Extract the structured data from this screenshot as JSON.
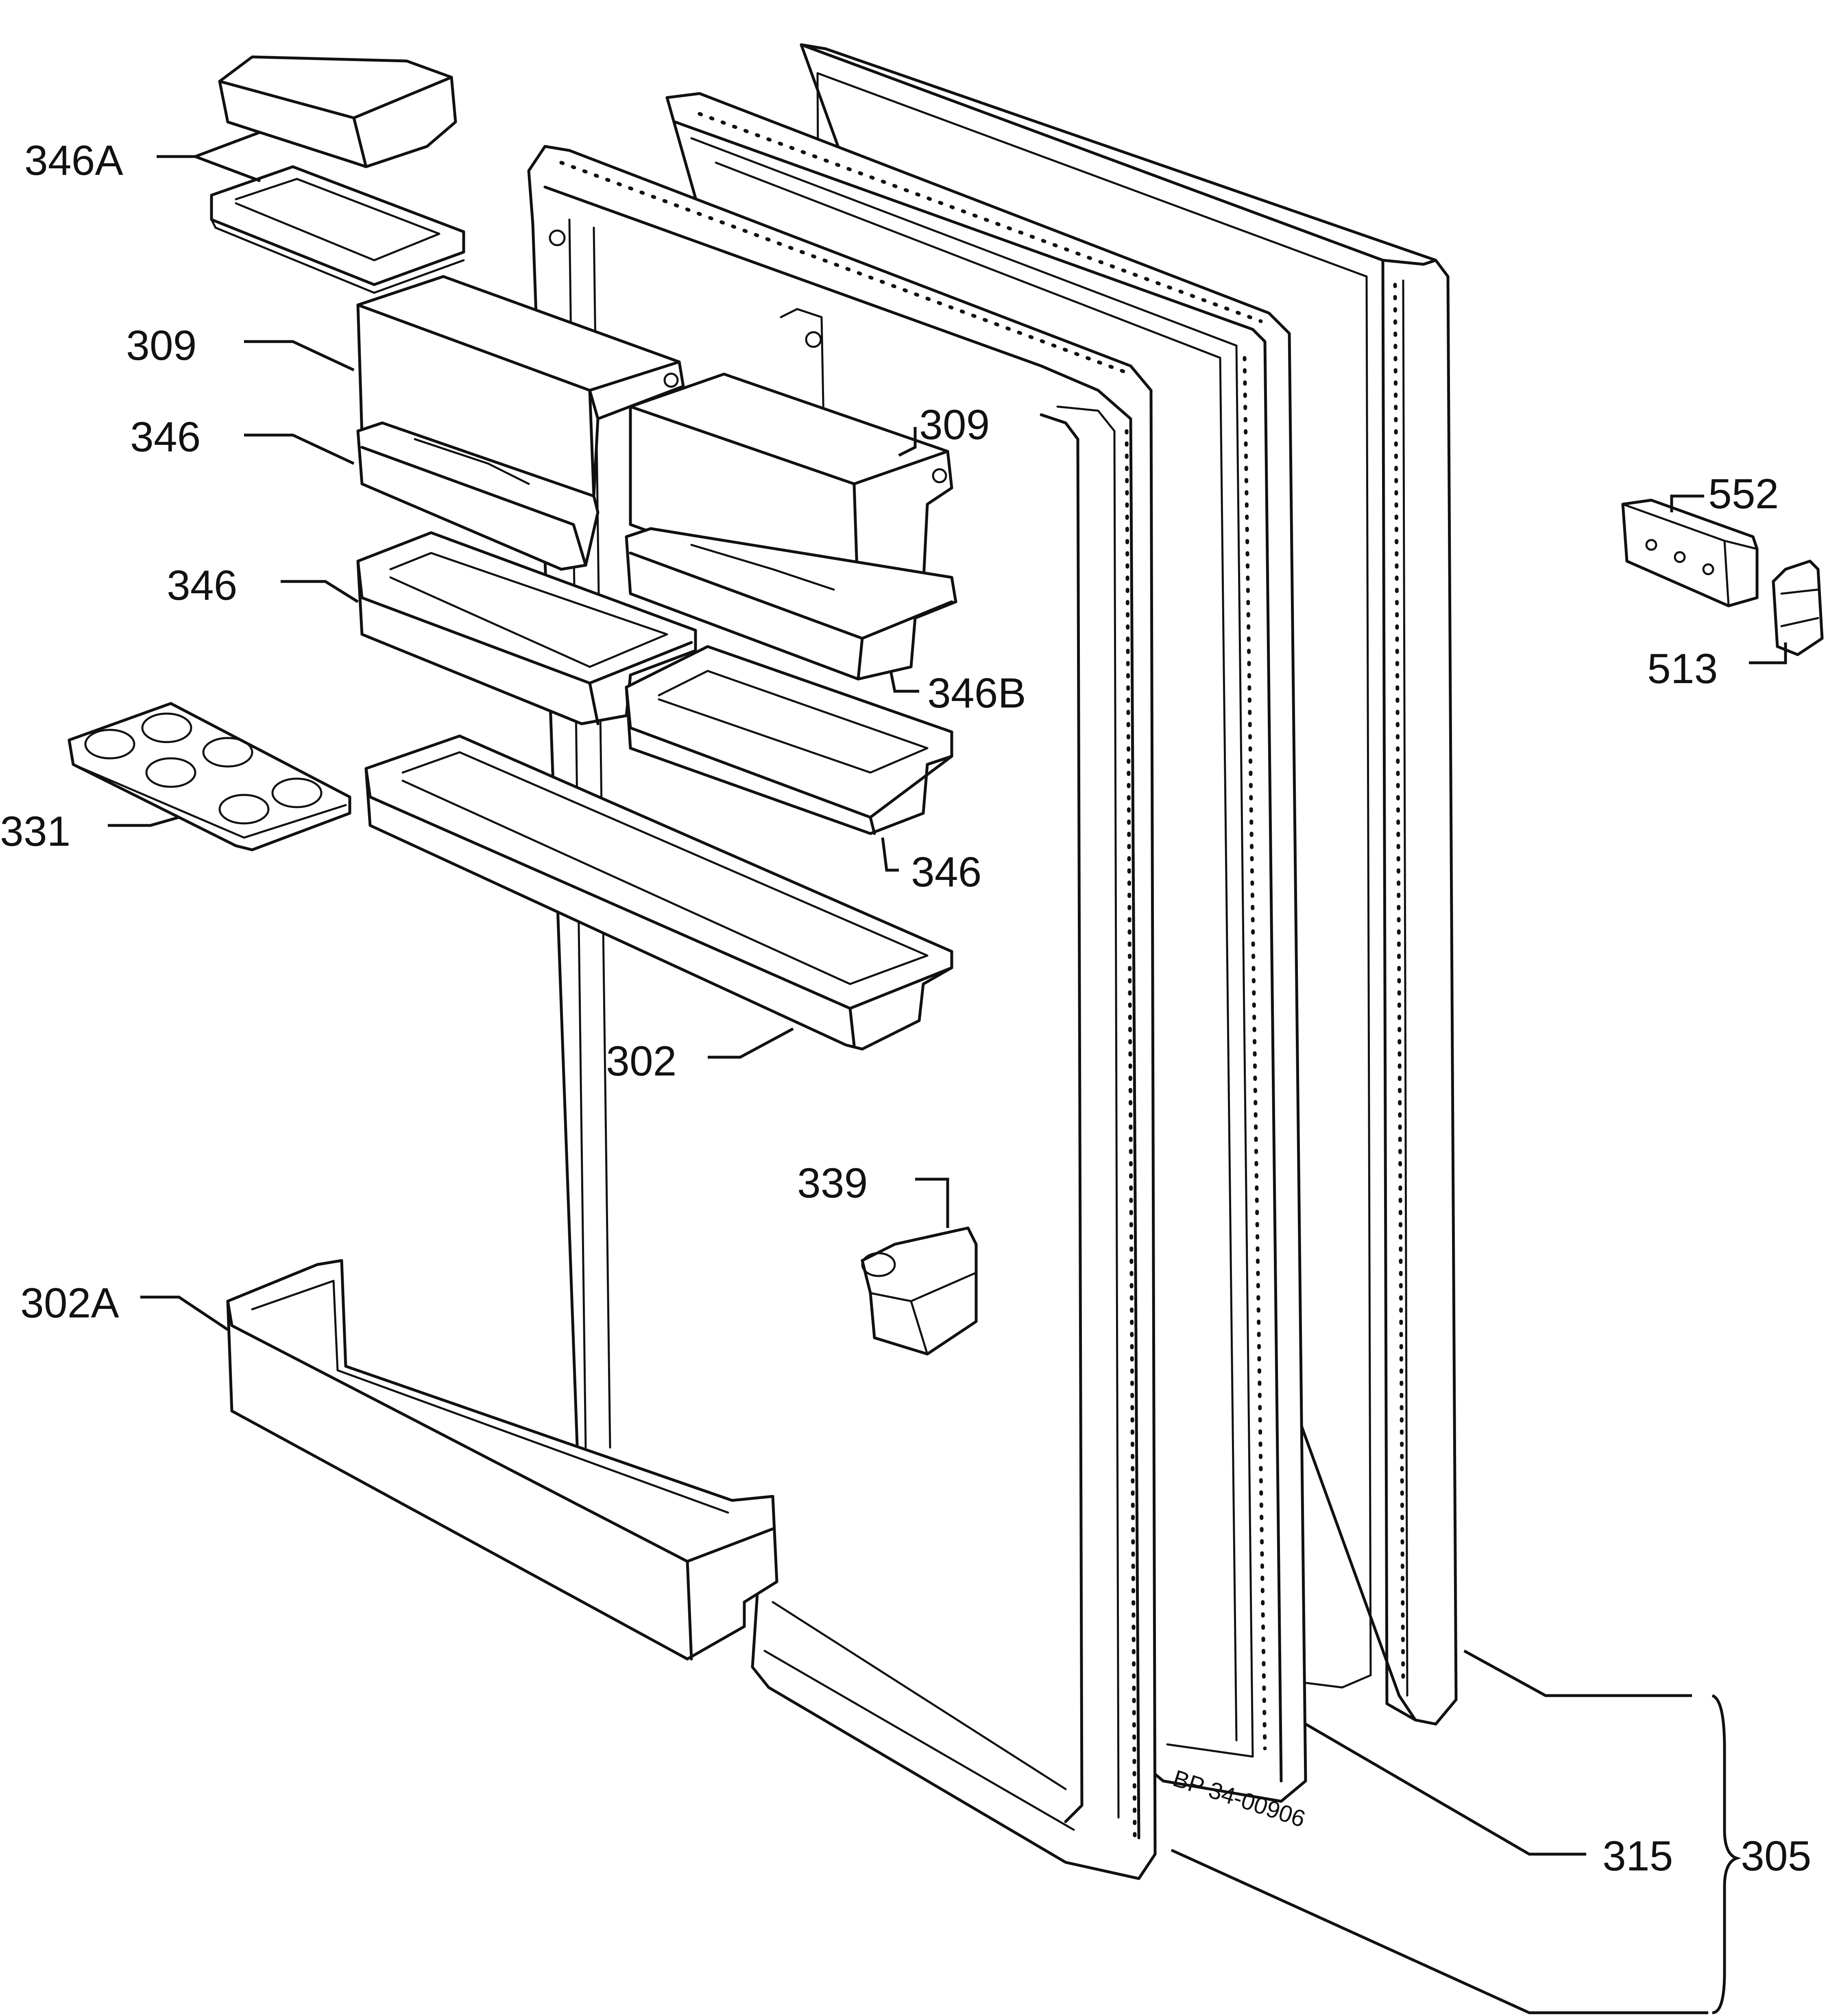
{
  "labels": {
    "l346a": "346A",
    "l309a": "309",
    "l346a2": "346",
    "l346b": "346",
    "l331": "331",
    "l309b": "309",
    "l346bb": "346B",
    "l346c": "346",
    "l302": "302",
    "l339": "339",
    "l302a": "302A",
    "l552": "552",
    "l513": "513",
    "l315": "315",
    "l305": "305"
  },
  "drawing_code": "BP 34-00906"
}
